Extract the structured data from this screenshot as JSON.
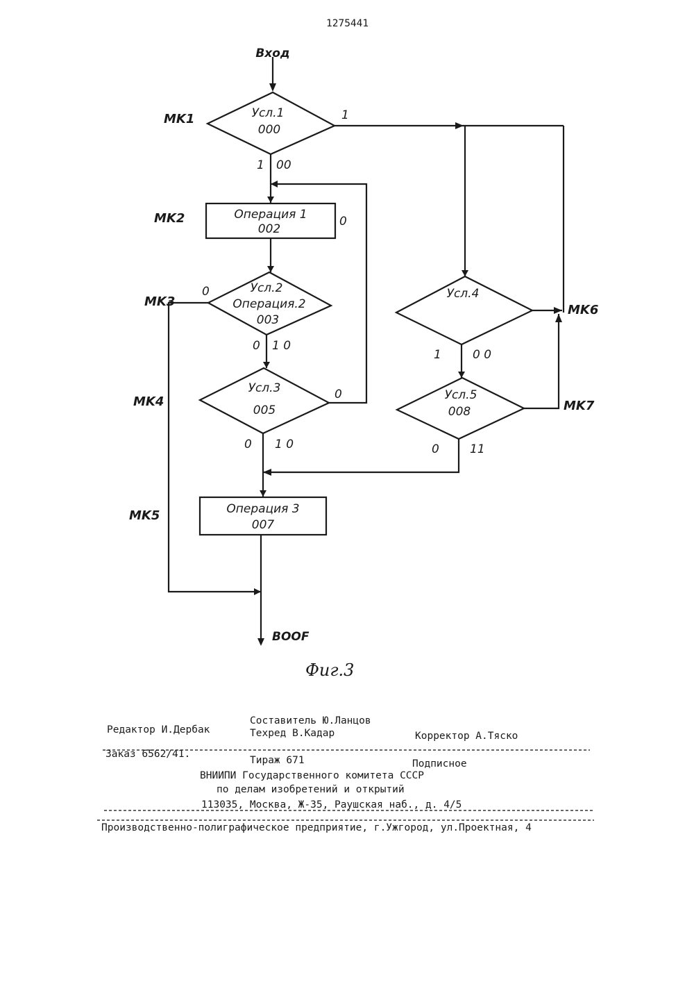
{
  "page_number": "1275441",
  "flowchart": {
    "entry_label": "Вход",
    "exit_label": "BOOF",
    "figure_caption": "Фиг.3",
    "mk_labels": {
      "mk1": "MK1",
      "mk2": "MK2",
      "mk3": "MK3",
      "mk4": "MK4",
      "mk5": "MK5",
      "mk6": "MK6",
      "mk7": "MK7"
    },
    "nodes": {
      "cond1": {
        "line1": "Усл.1",
        "line2": "000"
      },
      "op1": {
        "line1": "Операция 1",
        "line2": "002"
      },
      "cond2": {
        "line1": "Усл.2",
        "line2": "Операция.2",
        "line3": "003"
      },
      "cond3": {
        "line1": "Усл.3",
        "line2": "005"
      },
      "op3": {
        "line1": "Операция 3",
        "line2": "007"
      },
      "cond4": {
        "line1": "Усл.4"
      },
      "cond5": {
        "line1": "Усл.5",
        "line2": "008"
      }
    },
    "edge_labels": {
      "c1_right": "1",
      "c1_bottom_a": "1",
      "c1_bottom_b": "00",
      "op1_loop": "0",
      "c2_left": "0",
      "c2_bottom_a": "0",
      "c2_bottom_b": "1 0",
      "c3_right": "0",
      "c3_bottom_a": "0",
      "c3_bottom_b": "1 0",
      "c4_bottom_a": "1",
      "c4_bottom_b": "0 0",
      "c5_bottom_a": "0",
      "c5_bottom_b": "11"
    }
  },
  "footer": {
    "compiler": "Составитель Ю.Ланцов",
    "editor": "Редактор И.Дербак",
    "techred": "Техред В.Кадар",
    "corrector": "Корректор А.Тяско",
    "order": "Заказ 6562/41.",
    "circulation": "Тираж 671",
    "subscription": "Подписное",
    "org_line1": "ВНИИПИ Государственного комитета СССР",
    "org_line2": "по делам изобретений и открытий",
    "org_address": "113035, Москва, Ж-35, Раушская наб., д. 4/5",
    "printer": "Производственно-полиграфическое предприятие, г.Ужгород, ул.Проектная, 4"
  }
}
